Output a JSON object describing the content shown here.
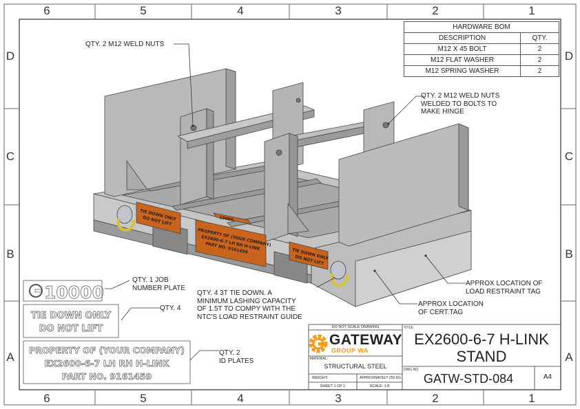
{
  "zones": {
    "cols": [
      "6",
      "5",
      "4",
      "3",
      "2",
      "1"
    ],
    "rows": [
      "D",
      "C",
      "B",
      "A"
    ]
  },
  "bom": {
    "title": "HARDWARE BOM",
    "headers": [
      "DESCRIPTION",
      "QTY."
    ],
    "rows": [
      {
        "description": "M12 X 45 BOLT",
        "qty": "2"
      },
      {
        "description": "M12 FLAT WASHER",
        "qty": "2"
      },
      {
        "description": "M12 SPRING WASHER",
        "qty": "2"
      }
    ]
  },
  "callouts": {
    "weld_nuts_top": "QTY. 2 M12 WELD NUTS",
    "weld_nuts_hinge": [
      "QTY. 2 M12 WELD NUTS",
      "WELDED TO BOLTS TO",
      "MAKE HINGE"
    ],
    "job_plate": [
      "QTY. 1 JOB",
      "NUMBER PLATE"
    ],
    "tie_down_qty": "QTY. 4",
    "id_plates": [
      "QTY. 2",
      "ID PLATES"
    ],
    "tie_down_note": [
      "QTY. 4 3T TIE DOWN. A",
      "MINIMUM LASHING CAPACITY",
      "OF 1.5T TO COMPY WITH THE",
      "NTC'S LOAD RESTRAINT GUIDE"
    ],
    "load_restraint_tag": [
      "APPROX LOCATION OF",
      "LOAD RESTRAINT TAG"
    ],
    "cert_tag": [
      "APPROX LOCATION",
      "OF CERT.TAG"
    ]
  },
  "plates": {
    "job_number": "10000",
    "tie_down": [
      "TIE DOWN ONLY",
      "DO NOT LIFT"
    ],
    "id_plate": [
      "PROPERTY OF (YOUR COMPANY)",
      "EX2600-6-7 LH RH H-LINK",
      "PART NO. 9161459"
    ]
  },
  "model_labels": {
    "tie_down": [
      "TIE DOWN ONLY",
      "DO NOT LIFT"
    ],
    "id_plate": [
      "PROPERTY OF (YOUR COMPANY)",
      "EX2600-6-7 LH RH H-LINK",
      "PART NO. 9161459"
    ],
    "job_number": "10000"
  },
  "title_block": {
    "do_not_scale": "DO NOT SCALE DRAWING",
    "company": "GATEWAY",
    "company_sub": "GROUP WA",
    "title_label": "TITLE:",
    "title_line1": "EX2600-6-7 H-LINK",
    "title_line2": "STAND",
    "material_label": "MATERIAL:",
    "material": "STRUCTURAL STEEL",
    "weight_label": "WEIGHT:",
    "weight": "APPROXIMATELY 250 KG",
    "sheet": "SHEET 1 OF 1",
    "scale": "SCALE: 1:8",
    "dwg_label": "DWG NO.",
    "dwg_no": "GATW-STD-084",
    "size": "A4"
  },
  "colors": {
    "steel": "#b5b5b5",
    "steel_light": "#d2d2d2",
    "steel_dark": "#8f8f8f",
    "plate_orange": "#c8641e",
    "shackle_yellow": "#d8c23a",
    "logo_orange": "#f39b1f",
    "line": "#333333"
  }
}
